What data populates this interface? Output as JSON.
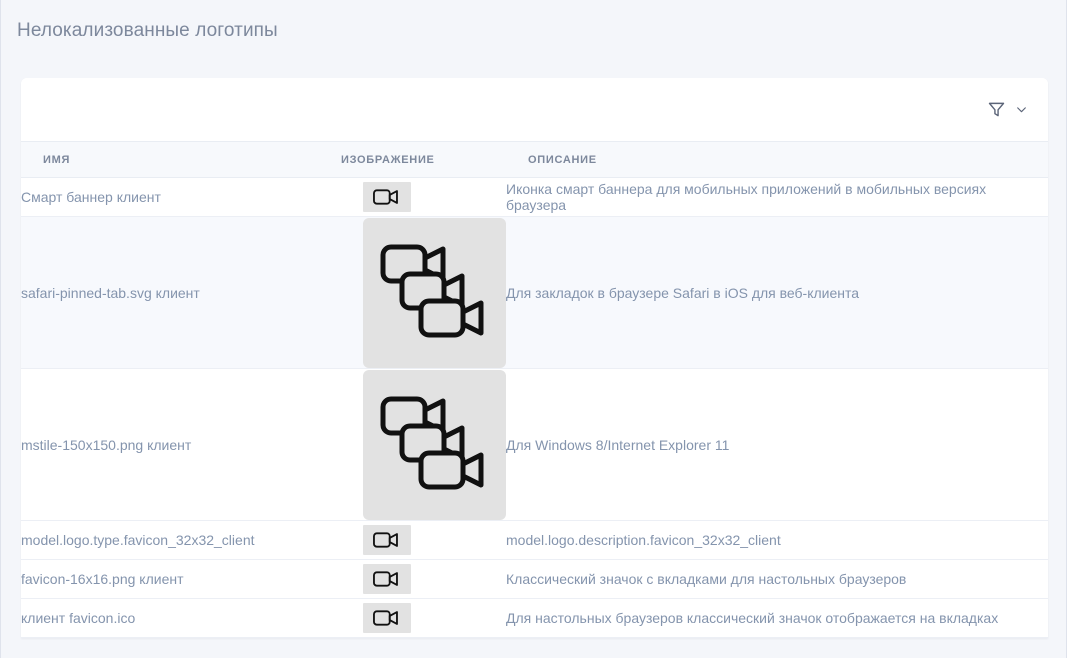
{
  "page": {
    "title": "Нелокализованные логотипы",
    "title_color": "#7d889c",
    "background_color": "#f4f6fa"
  },
  "toolbar": {
    "filter_icon": "funnel-icon",
    "expand_icon": "chevron-down-icon"
  },
  "table": {
    "columns": [
      {
        "key": "name",
        "label": "ИМЯ"
      },
      {
        "key": "image",
        "label": "ИЗОБРАЖЕНИЕ"
      },
      {
        "key": "description",
        "label": "ОПИСАНИЕ"
      }
    ],
    "rows": [
      {
        "name": "Смарт баннер клиент",
        "image_alt": "broken-image-placeholder",
        "image_size": "small",
        "description": "Иконка смарт баннера для мобильных приложений в мобильных версиях браузера"
      },
      {
        "name": "safari-pinned-tab.svg клиент",
        "image_alt": "broken-image-placeholder",
        "image_size": "large",
        "description": "Для закладок в браузере Safari в iOS для веб-клиента"
      },
      {
        "name": "mstile-150x150.png клиент",
        "image_alt": "broken-image-placeholder",
        "image_size": "large",
        "description": "Для Windows 8/Internet Explorer 11"
      },
      {
        "name": "model.logo.type.favicon_32x32_client",
        "image_alt": "broken-image-placeholder",
        "image_size": "small",
        "description": "model.logo.description.favicon_32x32_client"
      },
      {
        "name": "favicon-16x16.png клиент",
        "image_alt": "broken-image-placeholder",
        "image_size": "small",
        "description": "Классический значок с вкладками для настольных браузеров"
      },
      {
        "name": "клиент favicon.ico",
        "image_alt": "broken-image-placeholder",
        "image_size": "small",
        "description": "Для настольных браузеров классический значок отображается на вкладках"
      }
    ]
  },
  "colors": {
    "card_background": "#ffffff",
    "header_row_background": "#f7f9fc",
    "tinted_row_background": "#f7f9fd",
    "text_muted": "#8494ad",
    "thumb_background": "#e2e2e2"
  }
}
